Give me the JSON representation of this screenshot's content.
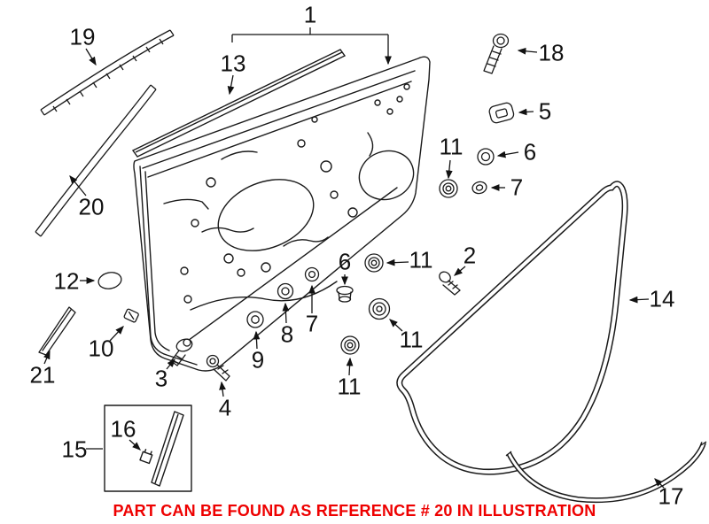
{
  "illustration": {
    "callouts": [
      {
        "label": "19"
      },
      {
        "label": "1"
      },
      {
        "label": "13"
      },
      {
        "label": "18"
      },
      {
        "label": "5"
      },
      {
        "label": "11"
      },
      {
        "label": "6"
      },
      {
        "label": "7"
      },
      {
        "label": "20"
      },
      {
        "label": "12"
      },
      {
        "label": "2"
      },
      {
        "label": "11"
      },
      {
        "label": "6"
      },
      {
        "label": "14"
      },
      {
        "label": "10"
      },
      {
        "label": "21"
      },
      {
        "label": "3"
      },
      {
        "label": "8"
      },
      {
        "label": "7"
      },
      {
        "label": "9"
      },
      {
        "label": "11"
      },
      {
        "label": "4"
      },
      {
        "label": "11"
      },
      {
        "label": "15"
      },
      {
        "label": "16"
      },
      {
        "label": "17"
      }
    ],
    "footer": {
      "text": "PART CAN BE FOUND AS REFERENCE # 20 IN ILLUSTRATION",
      "color": "#ee0000"
    },
    "colors": {
      "line": "#1a1a1a",
      "background": "#ffffff"
    }
  }
}
